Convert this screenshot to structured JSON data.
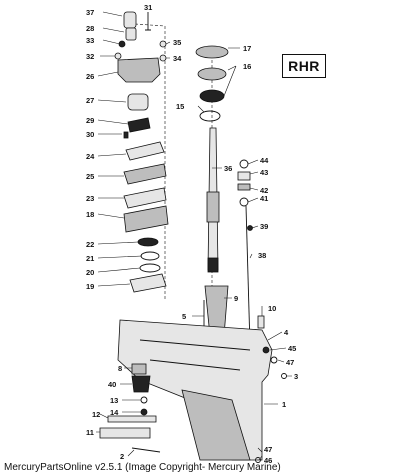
{
  "diagram": {
    "label_box": "RHR",
    "caption": "MercuryPartsOnline v2.5.1 (Image Copyright- Mercury Marine)",
    "callouts": [
      "37",
      "31",
      "28",
      "33",
      "32",
      "26",
      "27",
      "29",
      "30",
      "24",
      "25",
      "23",
      "18",
      "22",
      "21",
      "20",
      "19",
      "17",
      "16",
      "15",
      "35",
      "34",
      "36",
      "44",
      "43",
      "42",
      "41",
      "39",
      "38",
      "9",
      "10",
      "5",
      "4",
      "45",
      "47",
      "3",
      "8",
      "40",
      "13",
      "14",
      "12",
      "11",
      "2",
      "1",
      "46"
    ]
  }
}
